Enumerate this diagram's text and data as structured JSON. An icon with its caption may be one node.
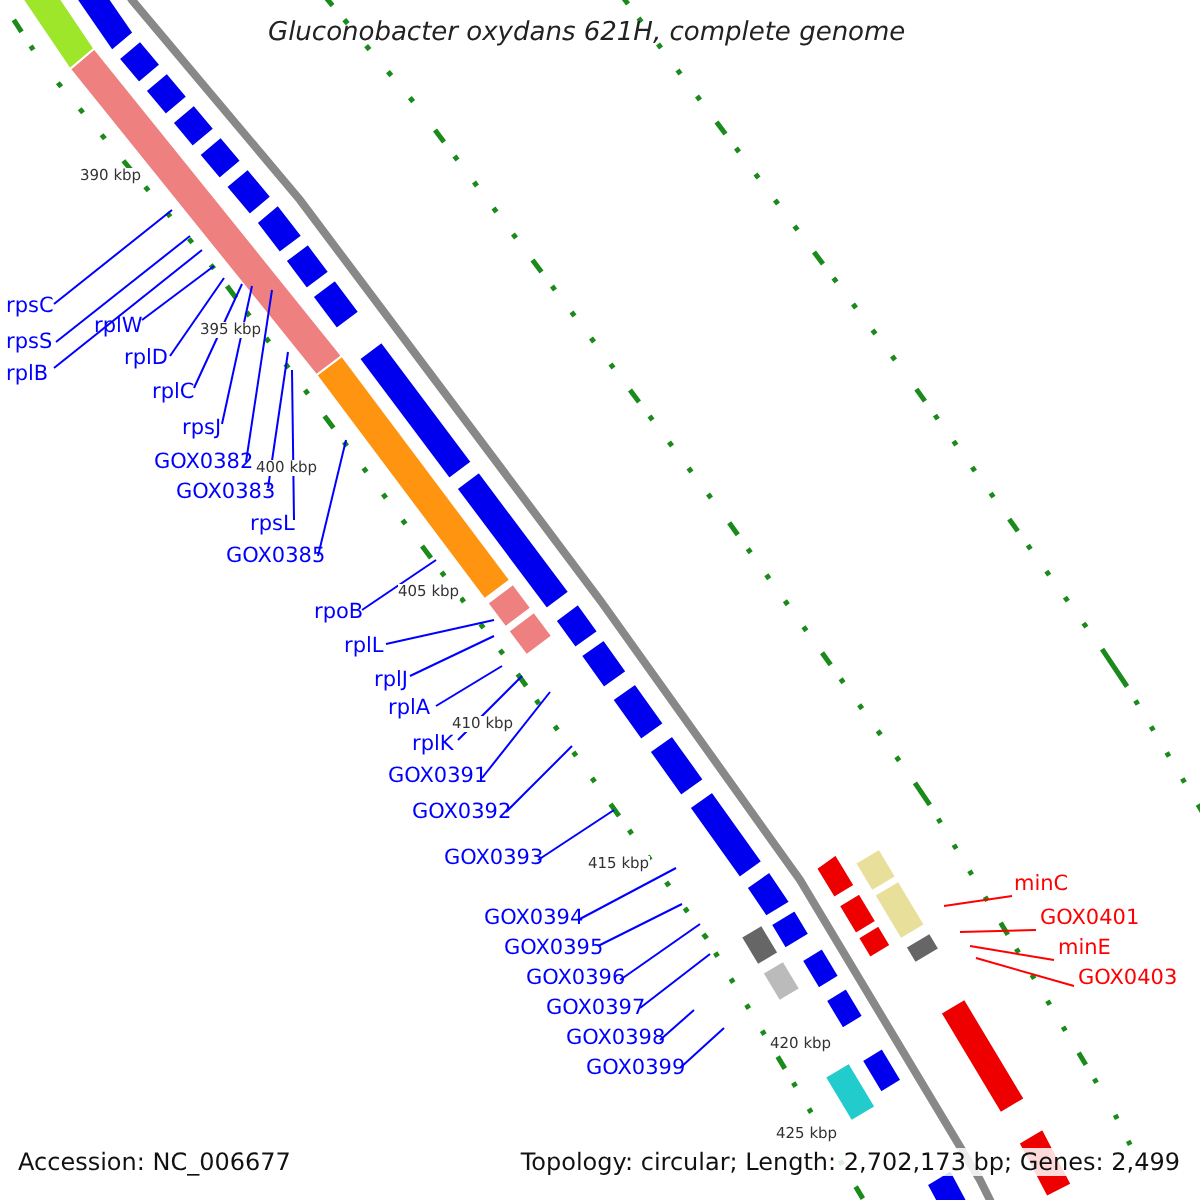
{
  "diagram": {
    "title": "Gluconobacter oxydans 621H, complete genome",
    "nodes": [
      {
        "text": [
          "rpsC"
        ]
      },
      {
        "text": [
          "rpsS"
        ]
      },
      {
        "text": [
          "rplB"
        ]
      },
      {
        "text": [
          "rplW"
        ]
      },
      {
        "text": [
          "rplD"
        ]
      },
      {
        "text": [
          "rplC"
        ]
      },
      {
        "text": [
          "rpsJ"
        ]
      },
      {
        "text": [
          "GOX0382"
        ]
      },
      {
        "text": [
          "GOX0383"
        ]
      },
      {
        "text": [
          "rpsL"
        ]
      },
      {
        "text": [
          "GOX0385"
        ]
      },
      {
        "text": [
          "rpoB"
        ]
      },
      {
        "text": [
          "rplL"
        ]
      },
      {
        "text": [
          "rplJ"
        ]
      },
      {
        "text": [
          "rplA"
        ]
      },
      {
        "text": [
          "rplK"
        ]
      },
      {
        "text": [
          "GOX0391"
        ]
      },
      {
        "text": [
          "GOX0392"
        ]
      },
      {
        "text": [
          "GOX0393"
        ]
      },
      {
        "text": [
          "GOX0394"
        ]
      },
      {
        "text": [
          "GOX0395"
        ]
      },
      {
        "text": [
          "GOX0396"
        ]
      },
      {
        "text": [
          "GOX0397"
        ]
      },
      {
        "text": [
          "GOX0398"
        ]
      },
      {
        "text": [
          "GOX0399"
        ]
      },
      {
        "text": [
          "minC"
        ]
      },
      {
        "text": [
          "GOX0401"
        ]
      },
      {
        "text": [
          "minE"
        ]
      },
      {
        "text": [
          "GOX0403"
        ]
      }
    ],
    "edges": [
      {
        "from": 0,
        "to": null,
        "arrow": "none"
      },
      {
        "from": 1,
        "to": null,
        "arrow": "none"
      },
      {
        "from": 2,
        "to": null,
        "arrow": "none"
      },
      {
        "from": 3,
        "to": null,
        "arrow": "none"
      },
      {
        "from": 4,
        "to": null,
        "arrow": "none"
      },
      {
        "from": 5,
        "to": null,
        "arrow": "none"
      },
      {
        "from": 6,
        "to": null,
        "arrow": "none"
      },
      {
        "from": 7,
        "to": null,
        "arrow": "none"
      },
      {
        "from": 8,
        "to": null,
        "arrow": "none"
      },
      {
        "from": 9,
        "to": null,
        "arrow": "none"
      },
      {
        "from": 10,
        "to": null,
        "arrow": "none"
      },
      {
        "from": 11,
        "to": null,
        "arrow": "none"
      },
      {
        "from": 12,
        "to": null,
        "arrow": "none"
      },
      {
        "from": 13,
        "to": null,
        "arrow": "none"
      },
      {
        "from": 14,
        "to": null,
        "arrow": "none"
      },
      {
        "from": 15,
        "to": null,
        "arrow": "none"
      },
      {
        "from": 16,
        "to": null,
        "arrow": "none"
      },
      {
        "from": 17,
        "to": null,
        "arrow": "none"
      },
      {
        "from": 18,
        "to": null,
        "arrow": "none"
      },
      {
        "from": 19,
        "to": null,
        "arrow": "none"
      },
      {
        "from": 20,
        "to": null,
        "arrow": "none"
      },
      {
        "from": 21,
        "to": null,
        "arrow": "none"
      },
      {
        "from": 22,
        "to": null,
        "arrow": "none"
      },
      {
        "from": 23,
        "to": null,
        "arrow": "none"
      },
      {
        "from": 24,
        "to": null,
        "arrow": "none"
      },
      {
        "from": 25,
        "to": null,
        "arrow": "none",
        "color": "#ff0000"
      },
      {
        "from": 26,
        "to": null,
        "arrow": "none",
        "color": "#ff0000"
      },
      {
        "from": 27,
        "to": null,
        "arrow": "none",
        "color": "#ff0000"
      },
      {
        "from": 28,
        "to": null,
        "arrow": "none",
        "color": "#ff0000"
      }
    ],
    "labels": [
      "390 kbp",
      "395 kbp",
      "400 kbp",
      "405 kbp",
      "410 kbp",
      "415 kbp",
      "420 kbp",
      "425 kbp",
      "Accession: NC_006677",
      "Topology: circular; Length: 2,702,173 bp; Genes: 2,499"
    ]
  }
}
